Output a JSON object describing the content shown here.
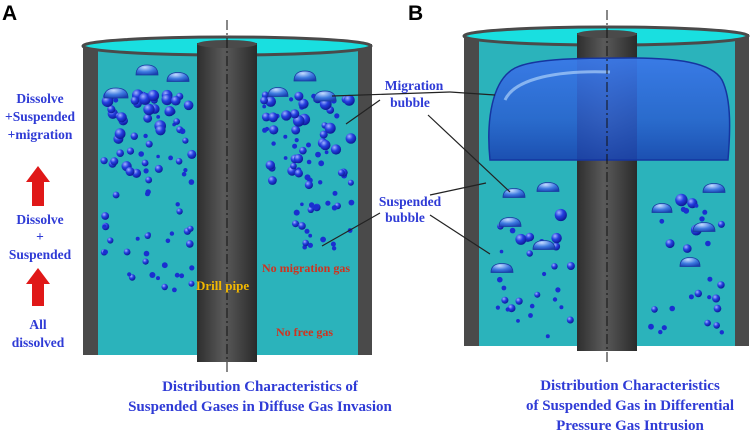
{
  "panels": {
    "a": {
      "letter": "A"
    },
    "b": {
      "letter": "B"
    }
  },
  "stages": {
    "top": [
      "Dissolve",
      "+Suspended",
      "+migration"
    ],
    "middle": [
      "Dissolve",
      "+",
      "Suspended"
    ],
    "bottom": [
      "All",
      "dissolved"
    ]
  },
  "labels": {
    "drill_pipe": "Drill pipe",
    "no_migration_gas": "No migration gas",
    "no_free_gas": "No free gas",
    "migration_bubble": [
      "Migration",
      "bubble"
    ],
    "suspended_bubble": [
      "Suspended",
      "bubble"
    ]
  },
  "captions": {
    "a": [
      "Distribution Characteristics of",
      "Suspended Gases in Diffuse Gas Invasion"
    ],
    "b": [
      "Distribution Characteristics",
      "of Suspended Gas in Differential",
      "Pressure Gas Intrusion"
    ]
  },
  "colors": {
    "fluid": "#2bb3bb",
    "fluid_top": "#19dfe0",
    "wall": "#4a4a4a",
    "pipe": "#3d3d3d",
    "bubble": "#1a2fd0",
    "text_blue": "#2f3bd6",
    "text_red": "#d0321e",
    "text_yellow": "#f2b800",
    "arrow_red": "#e01818"
  }
}
